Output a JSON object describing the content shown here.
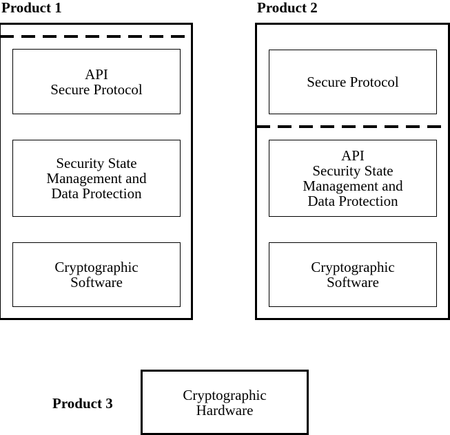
{
  "product1": {
    "label": "Product 1",
    "boxes": [
      {
        "lines": [
          "API",
          "Secure Protocol"
        ]
      },
      {
        "lines": [
          "Security State",
          "Management and",
          "Data Protection"
        ]
      },
      {
        "lines": [
          "Cryptographic",
          "Software"
        ]
      }
    ]
  },
  "product2": {
    "label": "Product 2",
    "boxes": [
      {
        "lines": [
          "Secure Protocol"
        ]
      },
      {
        "lines": [
          "API",
          "Security State",
          "Management and",
          "Data Protection"
        ]
      },
      {
        "lines": [
          "Cryptographic",
          "Software"
        ]
      }
    ]
  },
  "product3": {
    "label": "Product 3",
    "boxes": [
      {
        "lines": [
          "Cryptographic",
          "Hardware"
        ]
      }
    ]
  }
}
